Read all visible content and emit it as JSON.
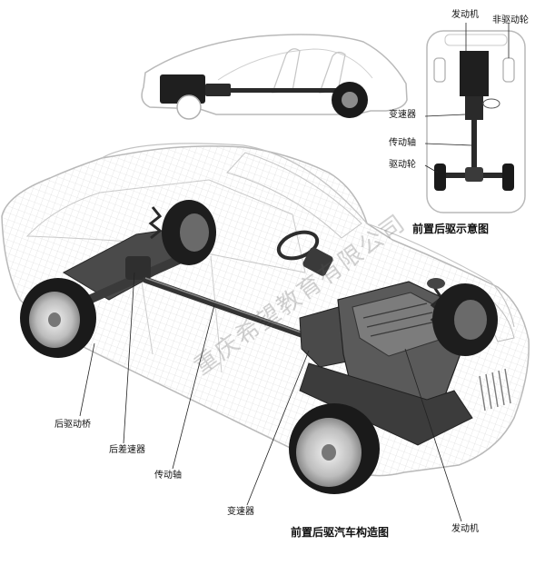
{
  "top_diagram": {
    "caption": "前置后驱示意图",
    "labels": {
      "engine": "发动机",
      "non_drive_wheel": "非驱动轮",
      "transmission": "变速器",
      "drive_shaft": "传动轴",
      "drive_wheel": "驱动轮"
    }
  },
  "main_diagram": {
    "caption": "前置后驱汽车构造图",
    "labels": {
      "rear_axle": "后驱动桥",
      "rear_differential": "后差速器",
      "drive_shaft": "传动轴",
      "transmission": "变速器",
      "engine": "发动机"
    }
  },
  "watermark": "重庆希望教育有限公司",
  "colors": {
    "outline": "#b9b9b9",
    "wire": "#d2d2d2",
    "mechanical": "#3a3a3a",
    "tire": "#1a1a1a",
    "label": "#111111"
  }
}
